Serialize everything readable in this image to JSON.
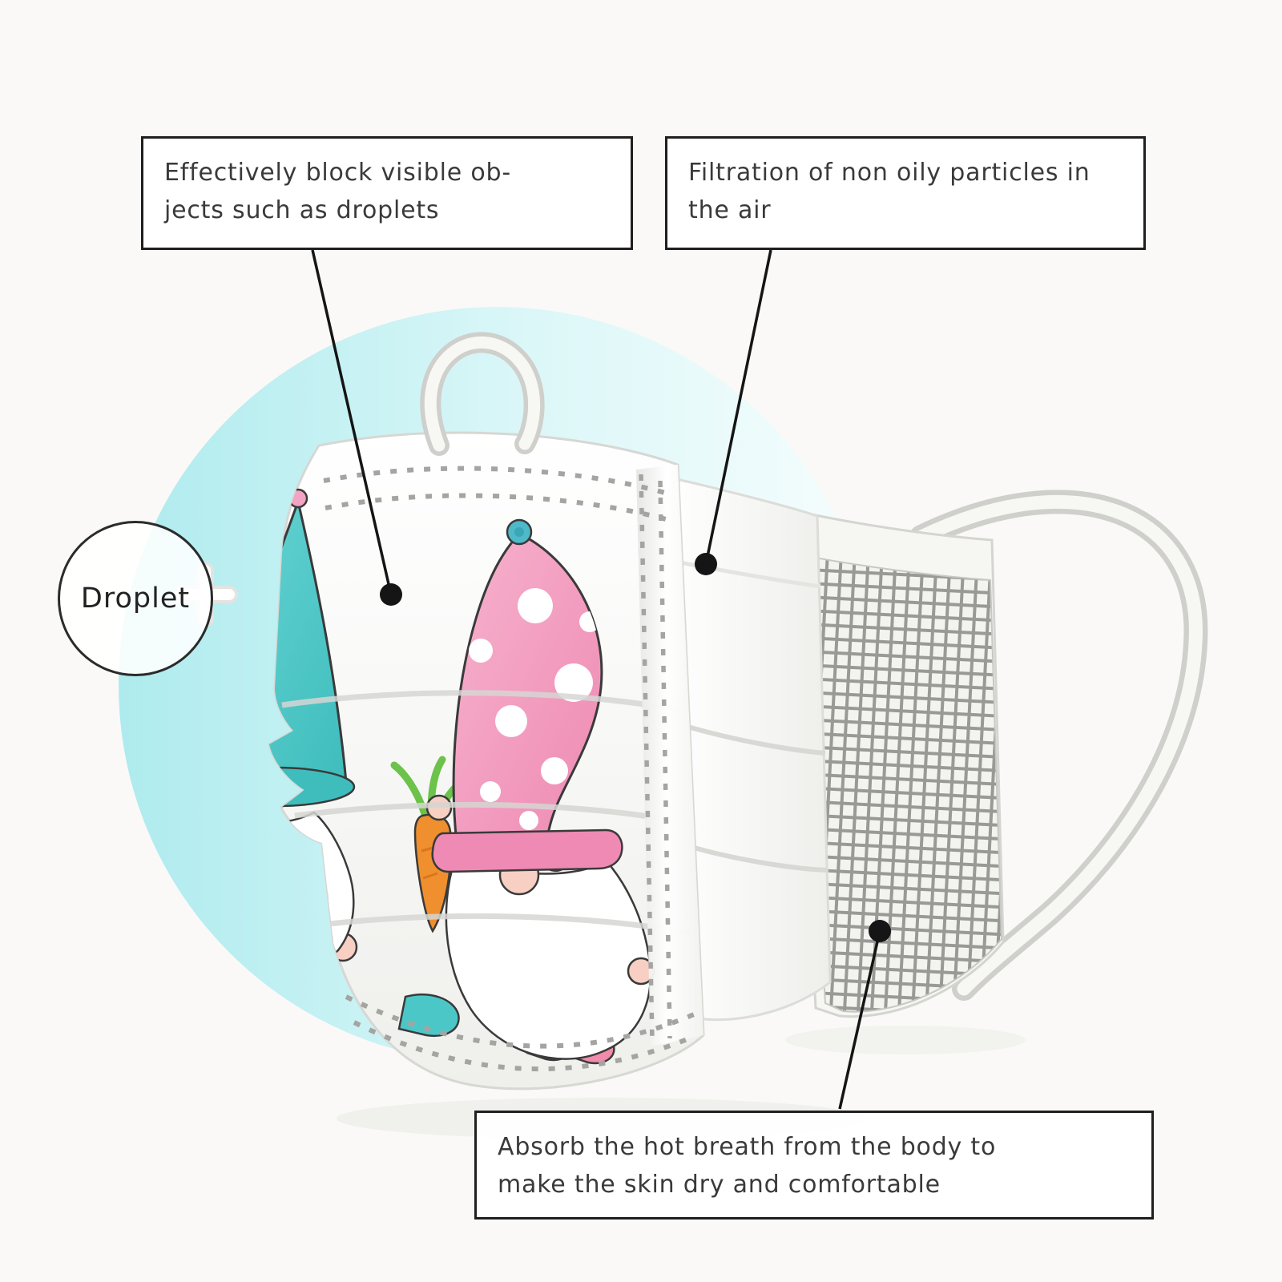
{
  "callouts": {
    "block_droplets": {
      "line1": "Effectively block visible ob-",
      "line2": "jects such as droplets"
    },
    "filtration": {
      "line1": "Filtration of non oily particles in",
      "line2": "the air"
    },
    "absorb_breath": {
      "line1": "Absorb the hot breath from the body to",
      "line2": "make the skin dry and comfortable"
    }
  },
  "labels": {
    "droplet_badge": "Droplet"
  },
  "colors": {
    "backdrop_teal": "#b4ecef",
    "mask_white": "#ffffff",
    "gnome_teal": "#4cc7c7",
    "gnome_pink": "#f3a7c6",
    "carrot_orange": "#ef8f2e",
    "leaf_green": "#6cc24a",
    "mesh_gray": "#999996",
    "connector_black": "#151515"
  }
}
